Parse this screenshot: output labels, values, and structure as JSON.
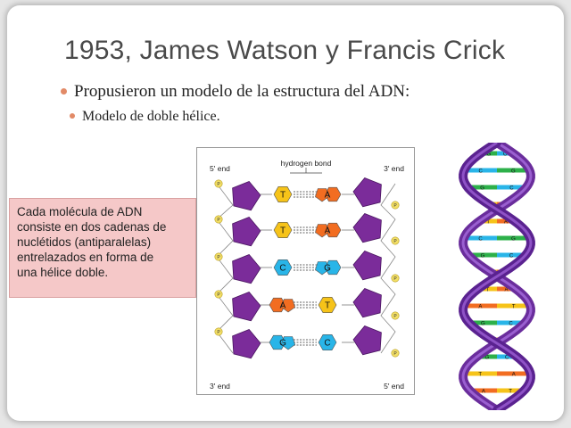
{
  "slide": {
    "title": "1953, James Watson y Francis Crick",
    "bullets": [
      "Propusieron un modelo de la estructura del ADN:",
      "Modelo de doble hélice."
    ],
    "note_lines": [
      "Cada molécula de ADN",
      "consiste en dos cadenas de",
      "nuclétidos (antiparalelas)",
      "entrelazados en forma de",
      "una hélice doble."
    ]
  },
  "diagram": {
    "top_left": "5' end",
    "top_center": "hydrogen bond",
    "top_right": "3' end",
    "bottom_left": "3' end",
    "bottom_right": "5' end",
    "phosphate_label": "P",
    "pairs": [
      {
        "left": "T",
        "right": "A"
      },
      {
        "left": "T",
        "right": "A"
      },
      {
        "left": "C",
        "right": "G"
      },
      {
        "left": "A",
        "right": "T"
      },
      {
        "left": "G",
        "right": "C"
      }
    ],
    "colors": {
      "A": "#f26d21",
      "T": "#f6c319",
      "C": "#29b5e8",
      "G": "#29b5e8",
      "sugar": "#7b2c9a",
      "phosphate": "#f3df66"
    }
  },
  "helix": {
    "rungs": [
      [
        "C",
        "G"
      ],
      [
        "G",
        "C"
      ],
      [
        "C",
        "G"
      ],
      [
        "A",
        "T"
      ],
      [
        "T",
        "A"
      ],
      [
        "C",
        "G"
      ],
      [
        "G",
        "C"
      ],
      [
        "T",
        "A"
      ],
      [
        "A",
        "T"
      ],
      [
        "T",
        "A"
      ],
      [
        "C",
        "G"
      ],
      [
        "A",
        "T"
      ],
      [
        "G",
        "C"
      ],
      [
        "T",
        "A"
      ],
      [
        "A",
        "T"
      ]
    ]
  }
}
